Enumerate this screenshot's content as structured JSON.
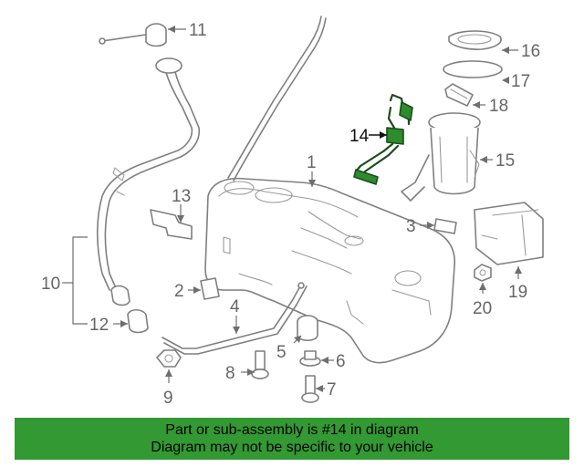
{
  "diagram": {
    "highlighted_part": "14",
    "callouts": [
      "1",
      "2",
      "3",
      "4",
      "5",
      "6",
      "7",
      "8",
      "9",
      "10",
      "11",
      "12",
      "13",
      "14",
      "15",
      "16",
      "17",
      "18",
      "19",
      "20"
    ]
  },
  "banner": {
    "line1": "Part or sub-assembly is #14 in diagram",
    "line2": "Diagram may not be specific to your vehicle",
    "color": "#339933"
  }
}
